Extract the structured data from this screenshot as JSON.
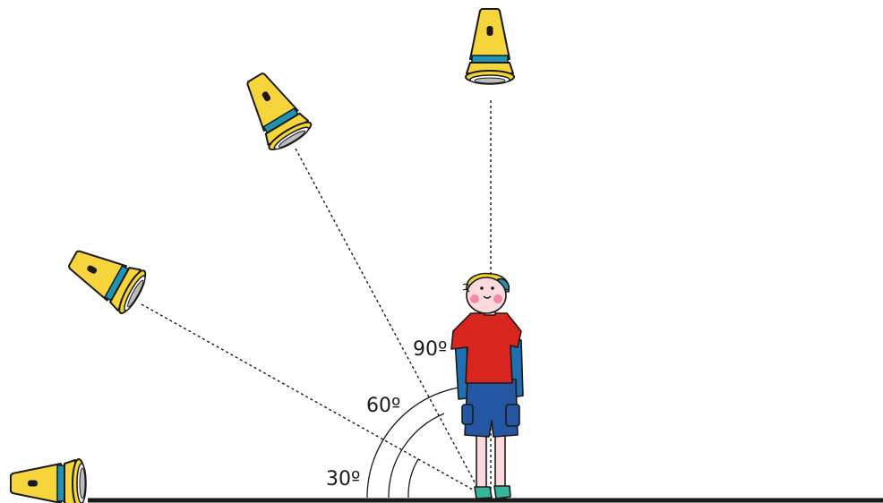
{
  "angle_labels": {
    "a30": "30º",
    "a60": "60º",
    "a90": "90º"
  },
  "colors": {
    "flashlight_body": "#f5d43c",
    "flashlight_band": "#1e93b6",
    "outline": "#1a1a1a",
    "shirt": "#d8261e",
    "sleeves": "#1f6fb1",
    "shorts": "#2456a2",
    "skin": "#fbd9dd",
    "cheeks": "#f58aa5",
    "shoes": "#36b59a",
    "hair": "#f1d236",
    "ground": "#1a1a1a"
  },
  "icons": [
    "flashlight-icon",
    "child-icon"
  ]
}
